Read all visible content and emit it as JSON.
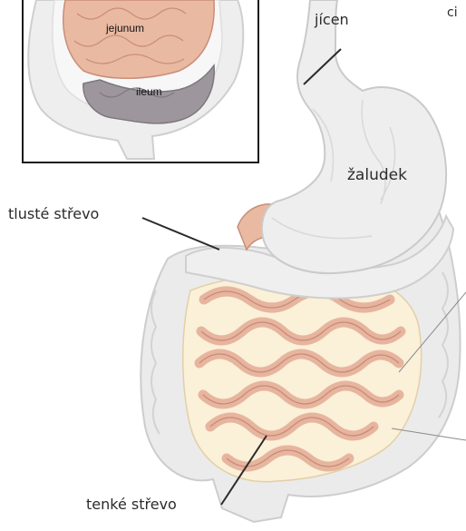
{
  "inset": {
    "labels": {
      "jejunum": "jejunum",
      "ileum": "ileum"
    }
  },
  "labels": {
    "jicen": "jícen",
    "zaludek": "žaludek",
    "tluste_strevo": "tlusté střevo",
    "tenke_strevo": "tenké střevo",
    "cut_off_right": "ci"
  },
  "colors": {
    "intestine": "#eab9a2",
    "intestine_outline": "#c98d78",
    "colon": "#ececec",
    "colon_outline": "#cfcfcf",
    "ileum": "#9d979d",
    "frame": "#1a1a1a",
    "leader": "#2b2b2b"
  }
}
